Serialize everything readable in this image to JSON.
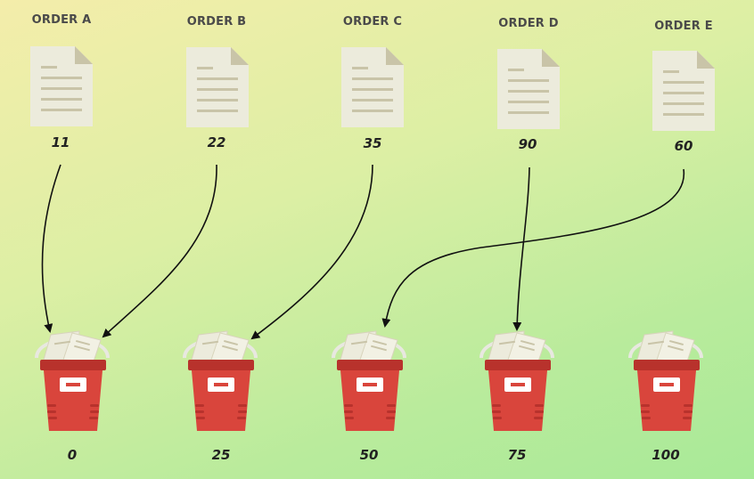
{
  "orders": [
    {
      "label": "ORDER A",
      "value": "11"
    },
    {
      "label": "ORDER B",
      "value": "22"
    },
    {
      "label": "ORDER C",
      "value": "35"
    },
    {
      "label": "ORDER D",
      "value": "90"
    },
    {
      "label": "ORDER E",
      "value": "60"
    }
  ],
  "buckets": [
    {
      "label": "0"
    },
    {
      "label": "25"
    },
    {
      "label": "50"
    },
    {
      "label": "75"
    },
    {
      "label": "100"
    }
  ],
  "edges": [
    {
      "from": "ORDER A",
      "to": "0"
    },
    {
      "from": "ORDER B",
      "to": "0"
    },
    {
      "from": "ORDER C",
      "to": "25"
    },
    {
      "from": "ORDER D",
      "to": "75"
    },
    {
      "from": "ORDER E",
      "to": "50"
    }
  ],
  "colors": {
    "bucket_red": "#d9453c",
    "bucket_rim": "#b8322c",
    "paper": "#ecebdc",
    "paper_lines": "#c9c4a8",
    "arrow": "#111111"
  }
}
